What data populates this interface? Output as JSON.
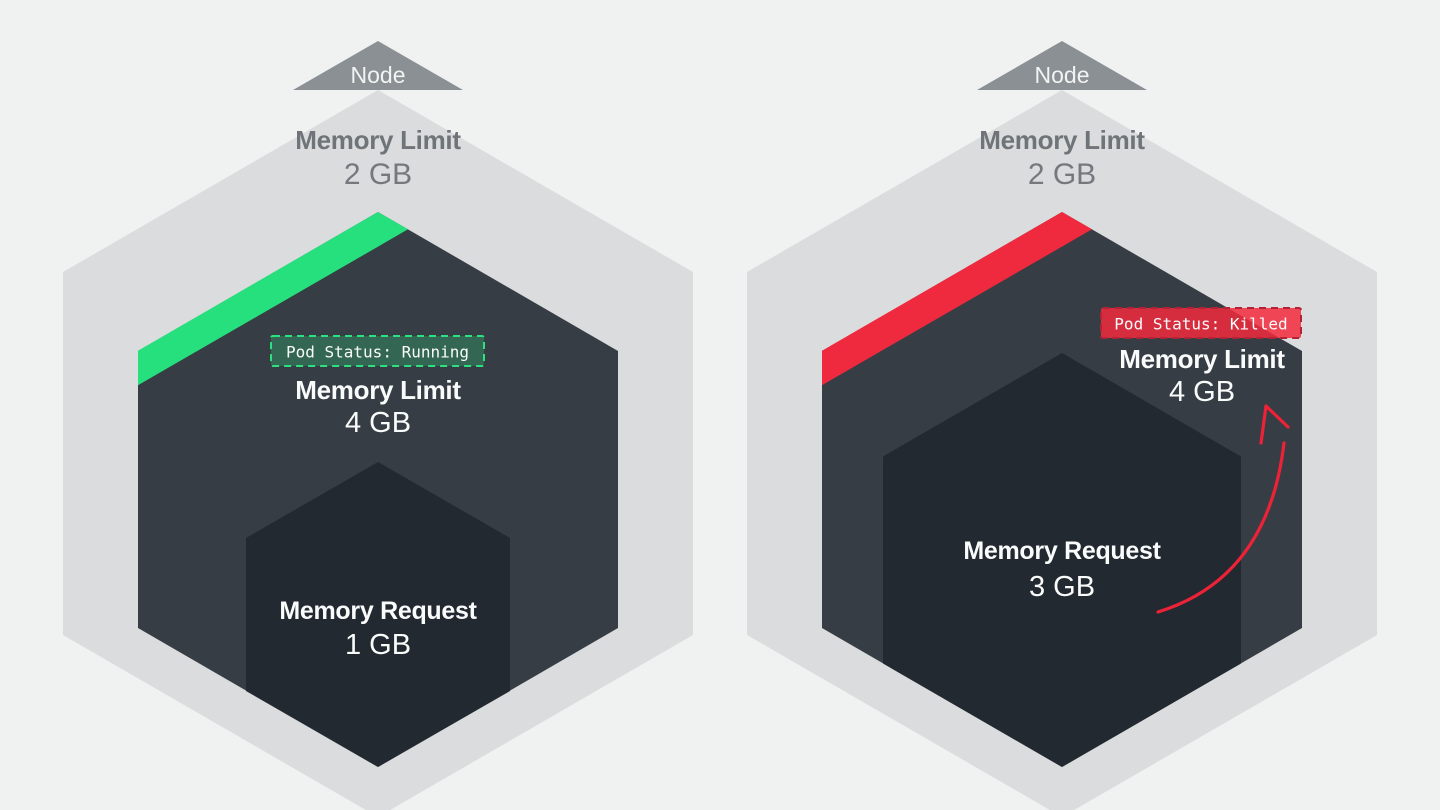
{
  "colors": {
    "page_bg": "#f0f1f1",
    "node_triangle": "#8a9094",
    "node_hexagon": "#dadcde",
    "pod_hexagon": "#363d45",
    "request_hexagon": "#222930",
    "stripe_green": "#26e07d",
    "stripe_red": "#f02a3e",
    "badge_running_bg": "rgba(43,226,126,0.25)",
    "badge_running_border": "#2be27e",
    "badge_killed_bg": "rgba(242,42,61,0.85)",
    "badge_killed_border": "#b32336",
    "arrow_red": "#ee2237",
    "node_label_text": "#f2f3f3",
    "gray_label_text": "#6f7478",
    "gray_value_text": "#75797d",
    "white_text": "#fafbfb"
  },
  "left": {
    "node_label": "Node",
    "node_memory_limit_label": "Memory Limit",
    "node_memory_limit_value": "2 GB",
    "pod_status_badge": "Pod Status: Running",
    "pod_memory_limit_label": "Memory Limit",
    "pod_memory_limit_value": "4 GB",
    "memory_request_label": "Memory Request",
    "memory_request_value": "1 GB"
  },
  "right": {
    "node_label": "Node",
    "node_memory_limit_label": "Memory Limit",
    "node_memory_limit_value": "2 GB",
    "pod_status_badge": "Pod Status: Killed",
    "pod_memory_limit_label": "Memory Limit",
    "pod_memory_limit_value": "4 GB",
    "memory_request_label": "Memory Request",
    "memory_request_value": "3 GB"
  }
}
